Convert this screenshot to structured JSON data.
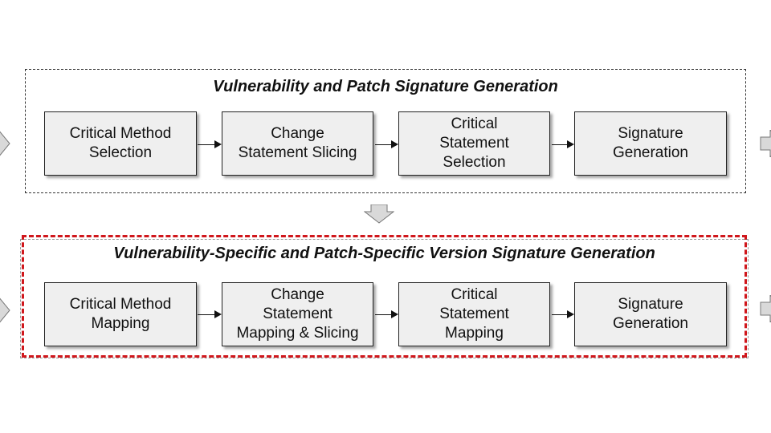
{
  "stages": [
    {
      "title": "Vulnerability and Patch Signature Generation",
      "steps": [
        "Critical Method\nSelection",
        "Change\nStatement Slicing",
        "Critical\nStatement\nSelection",
        "Signature\nGeneration"
      ]
    },
    {
      "title": "Vulnerability-Specific and Patch-Specific Version Signature Generation",
      "steps": [
        "Critical Method\nMapping",
        "Change\nStatement\nMapping & Slicing",
        "Critical\nStatement\nMapping",
        "Signature\nGeneration"
      ]
    }
  ],
  "colors": {
    "highlight_border": "#d0171c",
    "box_fill": "#efefef",
    "block_arrow_fill": "#d9d9d9"
  },
  "icons": {
    "between_stages": "down-block-arrow-icon",
    "side_inputs": "right-block-arrow-icon"
  }
}
